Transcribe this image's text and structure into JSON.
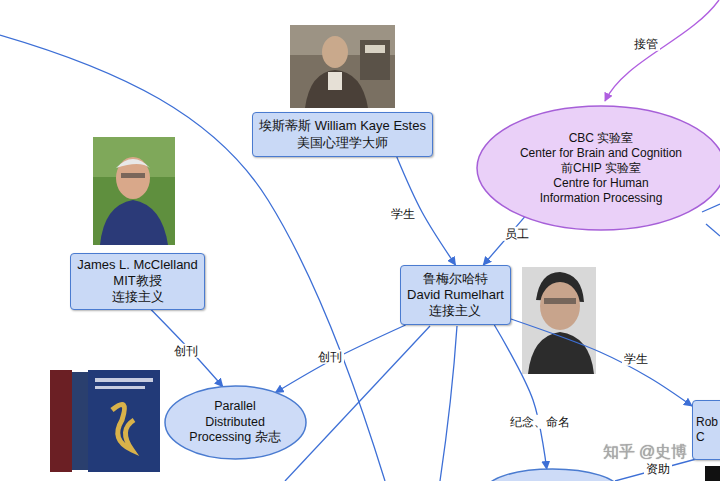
{
  "diagram": {
    "nodes": [
      {
        "text": [
          "埃斯蒂斯 William Kaye Estes",
          "美国心理学大师"
        ]
      },
      {
        "text": [
          "CBC 实验室",
          "Center for Brain and Cognition",
          "前CHIP 实验室",
          "Centre for Human Information Processing"
        ]
      },
      {
        "text": [
          "James L. McClelland",
          "MIT教授",
          "连接主义"
        ]
      },
      {
        "text": [
          "鲁梅尔哈特",
          "David Rumelhart",
          "连接主义"
        ]
      },
      {
        "text": [
          "Parallel Distributed Processing 杂志"
        ]
      },
      {
        "text": [
          "Rob",
          "C"
        ]
      },
      {
        "text": []
      }
    ],
    "edges": [
      {
        "from": 0,
        "to": 3,
        "label": "学生",
        "arrow": "to"
      },
      {
        "from": 1,
        "to": 3,
        "label": "员工",
        "arrow": "to"
      },
      {
        "from": 2,
        "to": 4,
        "label": "创刊",
        "arrow": "to"
      },
      {
        "from": 3,
        "to": 4,
        "label": "创刊",
        "arrow": "to"
      },
      {
        "from": 3,
        "to": 5,
        "label": "学生",
        "arrow": "to"
      },
      {
        "from": 3,
        "to": 6,
        "label": "纪念、命名",
        "arrow": "to"
      }
    ],
    "labels": [
      "接管",
      "资助",
      "知乎 @史博"
    ]
  }
}
